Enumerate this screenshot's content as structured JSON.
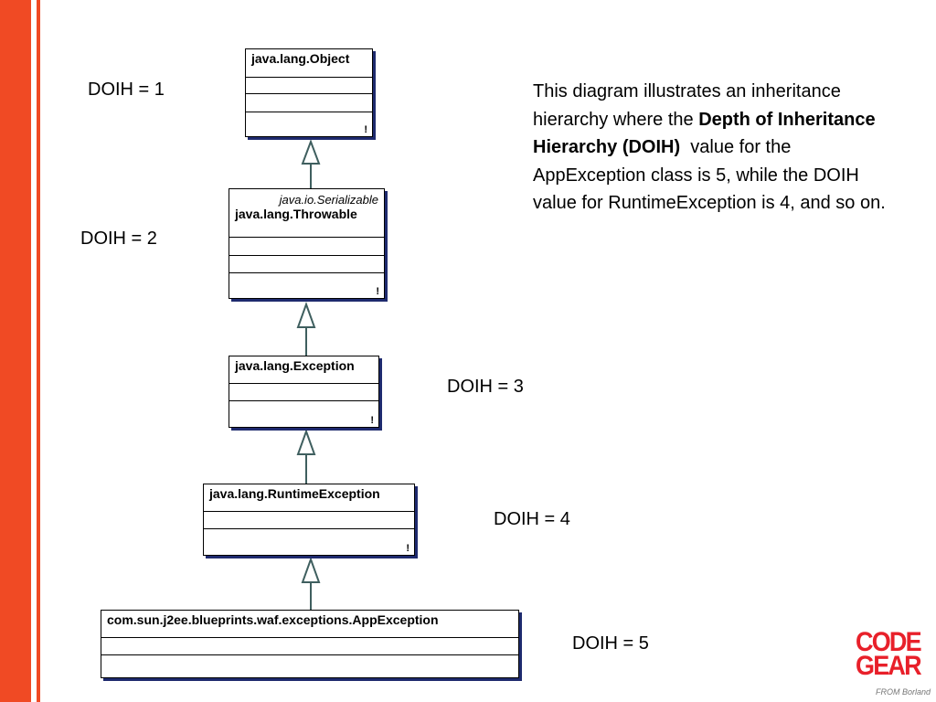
{
  "diagram": {
    "classes": [
      {
        "id": "object",
        "name": "java.lang.Object",
        "stereotype": "",
        "doih_label": "DOIH = 1"
      },
      {
        "id": "throwable",
        "name": "java.lang.Throwable",
        "stereotype": "java.io.Serializable",
        "doih_label": "DOIH = 2"
      },
      {
        "id": "exception",
        "name": "java.lang.Exception",
        "stereotype": "",
        "doih_label": "DOIH = 3"
      },
      {
        "id": "runtime",
        "name": "java.lang.RuntimeException",
        "stereotype": "",
        "doih_label": "DOIH = 4"
      },
      {
        "id": "app",
        "name": "com.sun.j2ee.blueprints.waf.exceptions.AppException",
        "stereotype": "",
        "doih_label": "DOIH = 5"
      }
    ],
    "compartment_mark": "!"
  },
  "description": {
    "part1": "This diagram illustrates an inheritance hierarchy where the",
    "bold": "Depth of Inheritance Hierarchy (DOIH)",
    "part2": "value for the AppException class is 5, while the DOIH value for RuntimeException is 4, and so on."
  },
  "logo": {
    "line1": "CODE",
    "line2": "GEAR",
    "line3": "FROM Borland"
  },
  "colors": {
    "stripe": "#f04a24",
    "shadow": "#1e2a6e",
    "connector": "#3f5f5f",
    "logo": "#e8202a"
  }
}
